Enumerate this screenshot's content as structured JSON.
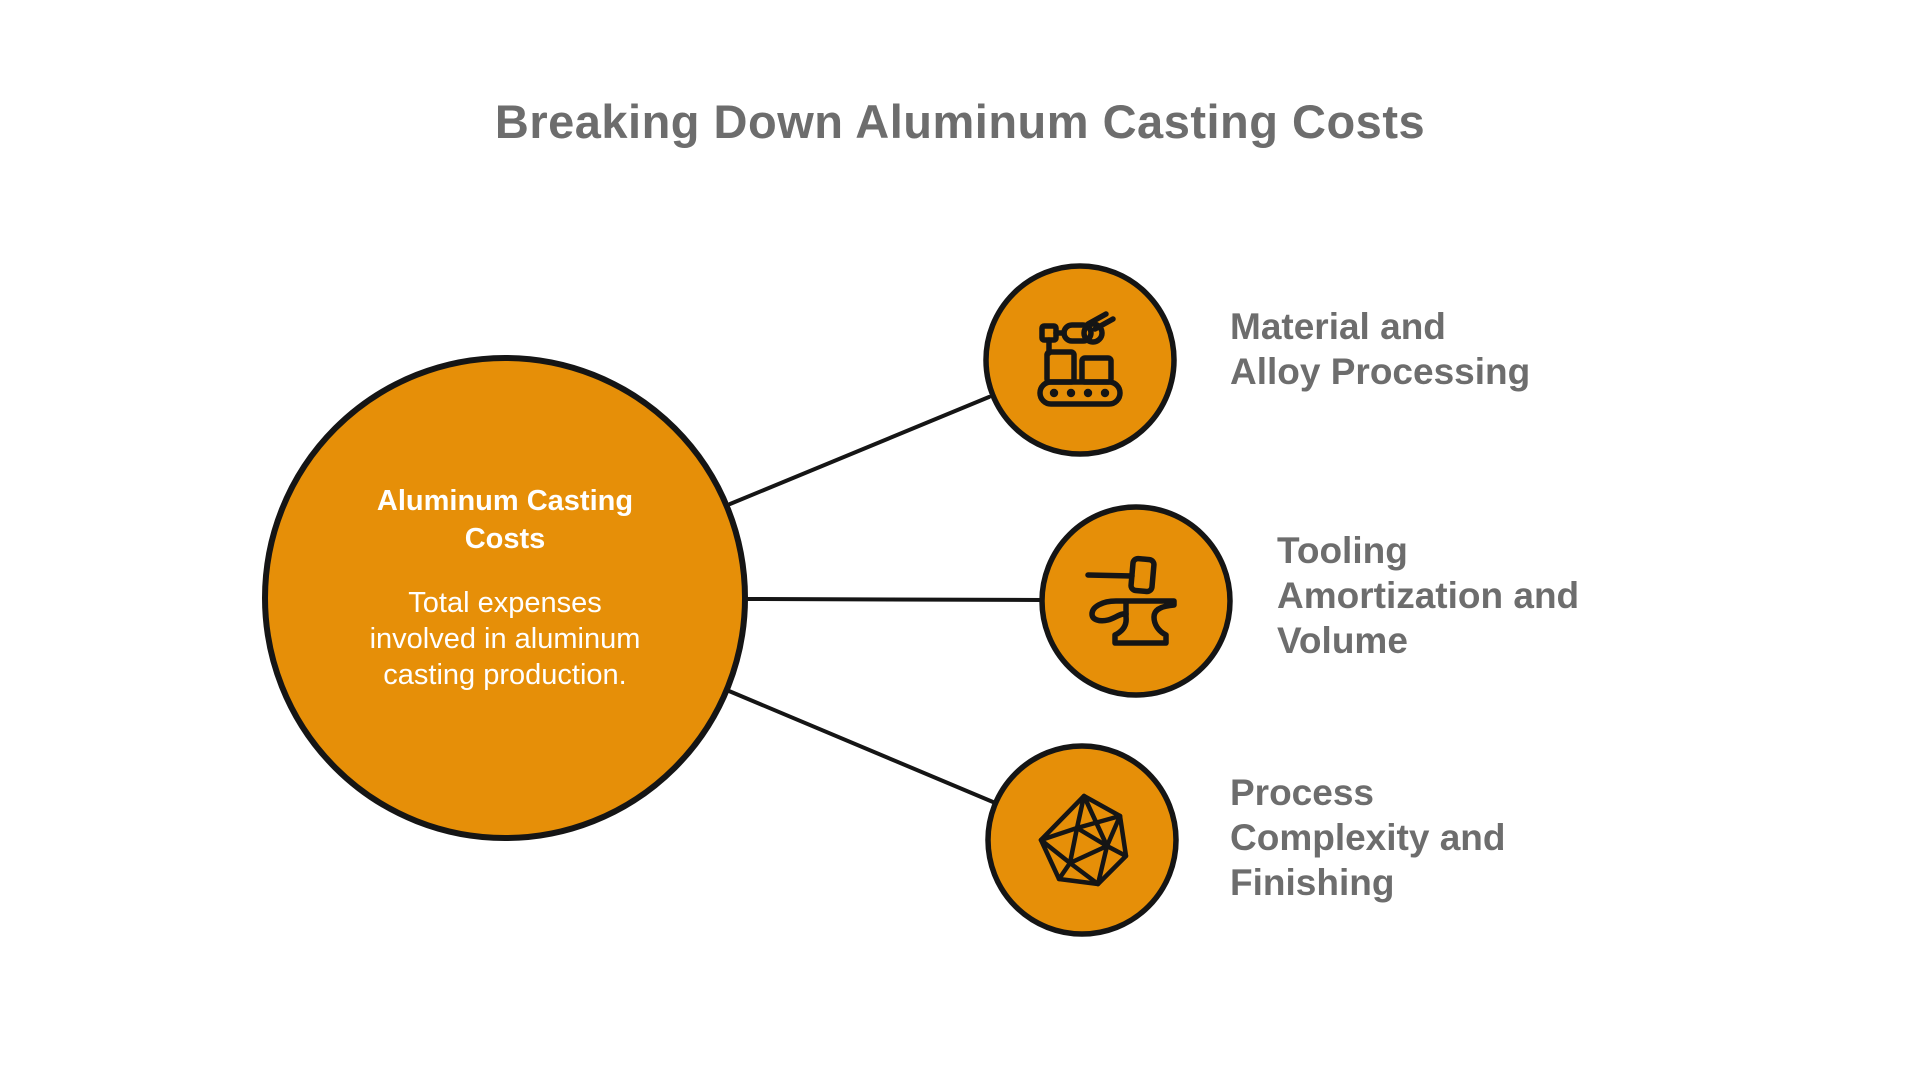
{
  "title": "Breaking Down Aluminum Casting Costs",
  "colors": {
    "accent_orange": "#E68F08",
    "outline_black": "#151515",
    "text_gray": "#6D6D6D",
    "text_white": "#FFFFFF",
    "background": "#FFFFFF"
  },
  "center_node": {
    "heading": "Aluminum Casting\nCosts",
    "description": "Total expenses\ninvolved in aluminum\ncasting production."
  },
  "branches": [
    {
      "icon": "conveyor-robot-icon",
      "label": "Material and\nAlloy Processing"
    },
    {
      "icon": "anvil-hammer-icon",
      "label": "Tooling\nAmortization and\nVolume"
    },
    {
      "icon": "icosahedron-icon",
      "label": "Process\nComplexity and\nFinishing"
    }
  ]
}
